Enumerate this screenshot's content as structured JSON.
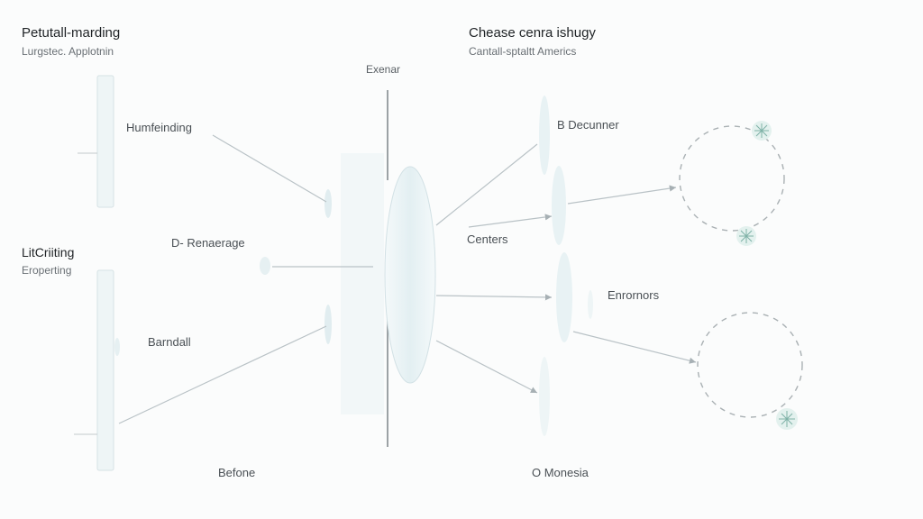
{
  "left_panel": {
    "title": "Petutall-marding",
    "subtitle": "Lurgstec. Applotnin",
    "section_title": "LitCriiting",
    "section_subtitle": "Eroperting"
  },
  "right_panel": {
    "title": "Chease cenra ishugy",
    "subtitle": "Cantall-sptaltt Americs"
  },
  "diagram": {
    "top_label": "Exenar",
    "labels": {
      "humfeinding": "Humfeinding",
      "renaerage": "D- Renaerage",
      "barndall": "Barndall",
      "befone": "Befone",
      "decunner": "B  Decunner",
      "centers": "Centers",
      "enrornors": "Enrornors",
      "monesia": "O  Monesia"
    }
  },
  "colors": {
    "accent": "#dcecef",
    "line": "#b8c0c4",
    "lens": "#e6f1f3",
    "dashed": "#a9b0b3"
  }
}
